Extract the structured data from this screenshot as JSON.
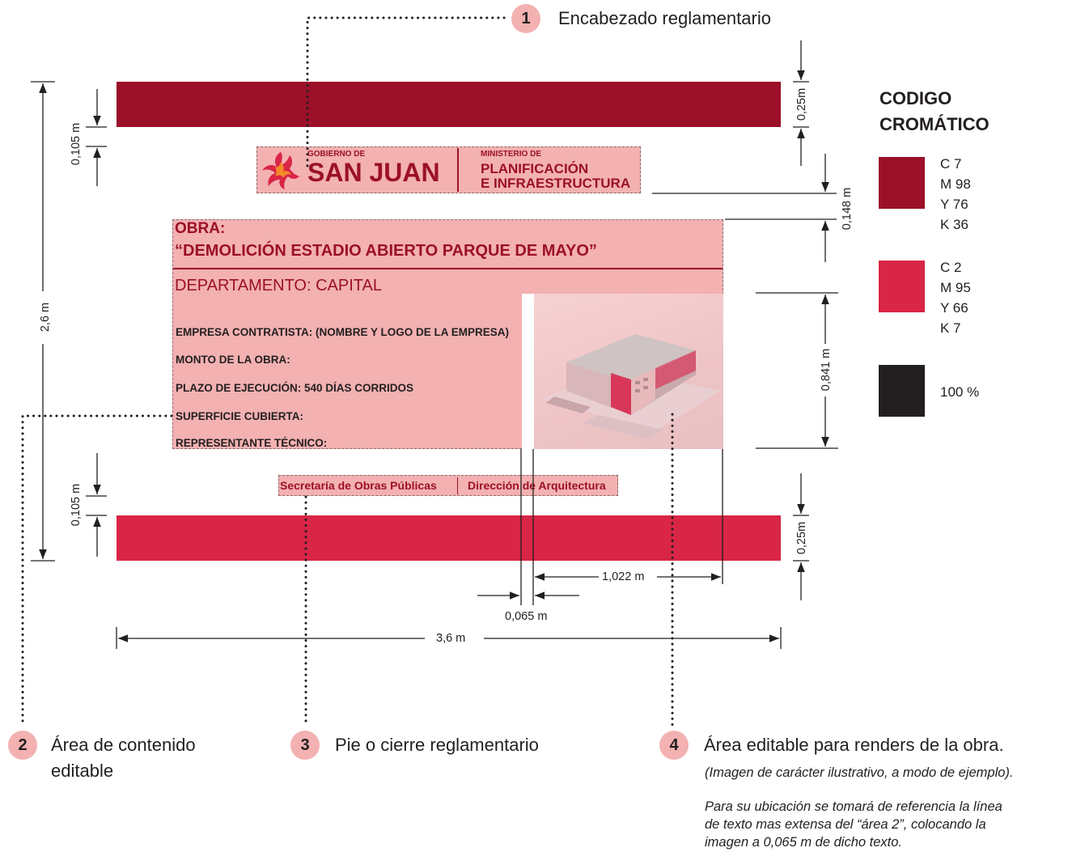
{
  "callouts": [
    {
      "number": "1",
      "label": "Encabezado reglamentario"
    },
    {
      "number": "2",
      "label_line1": "Área de contenido",
      "label_line2": "editable"
    },
    {
      "number": "3",
      "label": "Pie o cierre reglamentario"
    },
    {
      "number": "4",
      "label": "Área editable para renders de la obra."
    }
  ],
  "notes": {
    "example": "(Imagen de carácter ilustrativo, a modo de ejemplo).",
    "placement_line1": "Para su ubicación se tomará de referencia la línea",
    "placement_line2": "de texto mas extensa del “área 2”, colocando la",
    "placement_line3": "imagen a 0,065 m de dicho texto."
  },
  "header": {
    "gov_small": "GOBIERNO DE",
    "gov_big": "SAN JUAN",
    "ministry_small": "MINISTERIO DE",
    "ministry_line1": "PLANIFICACIÓN",
    "ministry_line2": "E INFRAESTRUCTURA"
  },
  "content": {
    "obra_label": "OBRA:",
    "obra_title": "“DEMOLICIÓN ESTADIO ABIERTO PARQUE DE MAYO”",
    "department": "DEPARTAMENTO: CAPITAL",
    "fields": [
      "EMPRESA CONTRATISTA: (NOMBRE Y LOGO DE LA EMPRESA)",
      "MONTO DE LA OBRA:",
      "PLAZO DE EJECUCIÓN: 540 DÍAS CORRIDOS",
      "SUPERFICIE CUBIERTA:",
      "REPRESENTANTE TÉCNICO:"
    ]
  },
  "footer": {
    "left": "Secretaría de Obras Públicas",
    "right": "Dirección de Arquitectura"
  },
  "dimensions": {
    "total_height": "2,6 m",
    "top_gap": "0,105 m",
    "bottom_gap": "0,105 m",
    "top_band": "0,25m",
    "bottom_band": "0,25m",
    "header_gap": "0,148 m",
    "render_height": "0,841 m",
    "render_width": "1,022 m",
    "render_offset": "0,065 m",
    "total_width": "3,6 m"
  },
  "legend": {
    "title_line1": "CODIGO",
    "title_line2": "CROMÁTICO",
    "swatches": [
      {
        "color": "#9b1028",
        "lines": [
          "C 7",
          "M 98",
          "Y 76",
          "K 36"
        ]
      },
      {
        "color": "#d92546",
        "lines": [
          "C 2",
          "M 95",
          "Y 66",
          "K 7"
        ]
      },
      {
        "color": "#231f20",
        "lines": [
          "100 %"
        ]
      }
    ]
  },
  "colors": {
    "dark_red": "#9b1028",
    "red": "#d92546",
    "pink": "#f3b1b1",
    "black": "#231f20"
  }
}
